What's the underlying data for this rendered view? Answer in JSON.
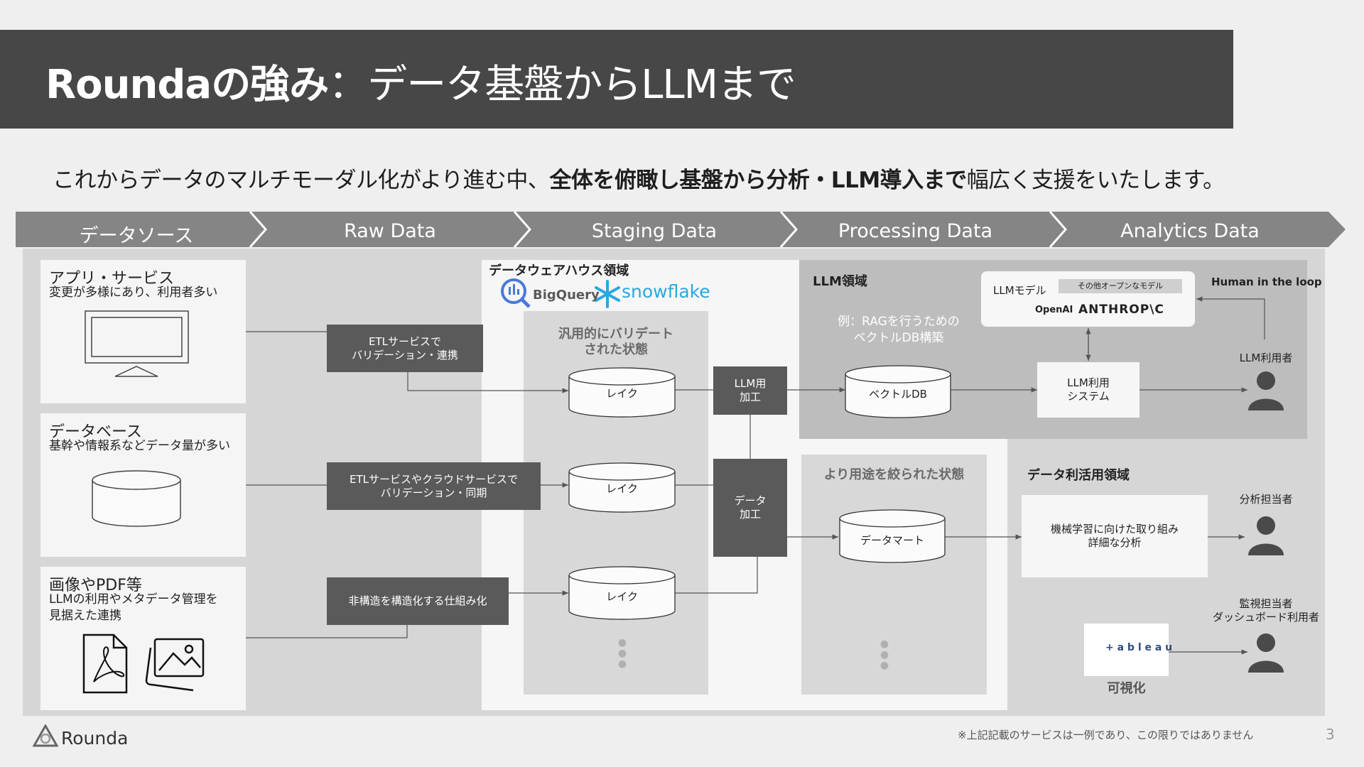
{
  "header": {
    "title_bold": "Roundaの強み",
    "title_rest": "：データ基盤からLLMまで"
  },
  "subtitle": {
    "part1": "これからデータのマルチモーダル化がより進む中、",
    "bold": "全体を俯瞰し基盤から分析・LLM導入まで",
    "part2": "幅広く支援をいたします。"
  },
  "stages": [
    "データソース",
    "Raw Data",
    "Staging Data",
    "Processing Data",
    "Analytics Data"
  ],
  "sources": [
    {
      "title": "アプリ・サービス",
      "desc": "変更が多様にあり、利用者多い",
      "icon": "monitor-icon"
    },
    {
      "title": "データベース",
      "desc": "基幹や情報系などデータ量が多い",
      "icon": "database-icon"
    },
    {
      "title": "画像やPDF等",
      "desc": "LLMの利用やメタデータ管理を\n見据えた連携",
      "icon": "pdf-image-icon"
    }
  ],
  "etl": {
    "box1": "ETLサービスで\nバリデーション・連携",
    "box2": "ETLサービスやクラウドサービスで\nバリデーション・同期",
    "box3": "非構造を構造化する仕組み化"
  },
  "warehouse": {
    "label": "データウェアハウス領域",
    "bigquery": "BigQuery",
    "snowflake": "snowflake",
    "heading": "汎用的にバリデート\nされた状態",
    "lakes": [
      "レイク",
      "レイク",
      "レイク"
    ]
  },
  "processing": {
    "llm_proc": "LLM用\n加工",
    "data_proc": "データ\n加工",
    "mart_heading": "より用途を絞られた状態",
    "mart": "データマート"
  },
  "llm_region": {
    "label": "LLM領域",
    "example": "例：RAGを行うための\nベクトルDB構築",
    "vector_db": "ベクトルDB",
    "model_label": "LLMモデル",
    "open_models": "その他オープンなモデル",
    "openai": "OpenAI",
    "anthropic": "ANTHROP\\C",
    "system": "LLM利用\nシステム",
    "human_loop": "Human in the loop",
    "llm_user": "LLM利用者"
  },
  "analytics": {
    "label": "データ利活用領域",
    "ml_box": "機械学習に向けた取り組み\n詳細な分析",
    "analyst": "分析担当者",
    "monitor": "監視担当者\nダッシュボード利用者",
    "tableau": "+ a b l e a u",
    "viz": "可視化"
  },
  "footer": {
    "logo": "Rounda",
    "note": "※上記記載のサービスは一例であり、この限りではありません",
    "page": "3"
  }
}
